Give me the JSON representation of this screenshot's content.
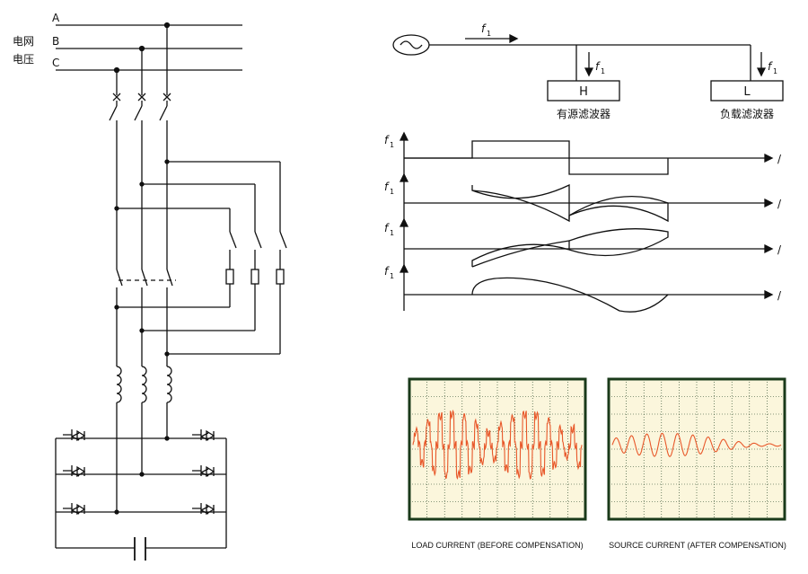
{
  "grid": {
    "phases": [
      "A",
      "B",
      "C"
    ],
    "label_line1": "电网",
    "label_line2": "电压"
  },
  "filter": {
    "source_freq": "f",
    "source_sub": "1",
    "h_filter": {
      "box": "H",
      "caption": "有源滤波器"
    },
    "l_filter": {
      "box": "L",
      "caption": "负载滤波器"
    }
  },
  "waveforms": {
    "axis_label": "f",
    "axis_sub": "1",
    "end_mark": "/"
  },
  "scopes": {
    "load_caption": "LOAD CURRENT (BEFORE COMPENSATION)",
    "source_caption": "SOURCE CURRENT (AFTER COMPENSATION)",
    "screen_color": "#fbf6dc",
    "grid_color": "#1a3a1a",
    "trace_color": "#e8582a"
  }
}
